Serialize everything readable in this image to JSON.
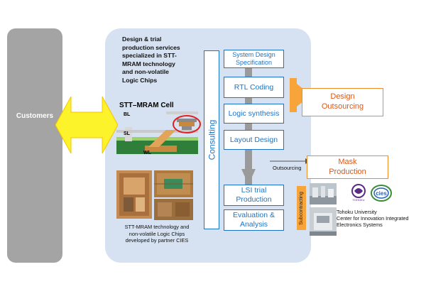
{
  "customers": {
    "label": "Customers"
  },
  "panel": {
    "intro": "Design & trial\nproduction services\nspecialized in STT-\nMRAM technology\nand non-volatile\nLogic Chips",
    "cell_title": "STT–MRAM Cell",
    "cell_labels": {
      "bl": "BL",
      "sl": "SL",
      "wl": "WL"
    },
    "chip_caption": "STT-MRAM technology and\nnon-volatile Logic Chips\ndeveloped by partner CIES"
  },
  "consulting": {
    "label": "Consulting"
  },
  "flow": [
    {
      "label": "System Design\nSpecification"
    },
    {
      "label": "RTL Coding"
    },
    {
      "label": "Logic synthesis"
    },
    {
      "label": "Layout Design"
    },
    {
      "label": "LSI trial\nProduction"
    },
    {
      "label": "Evaluation &\nAnalysis"
    }
  ],
  "outputs": {
    "design_outsourcing": "Design\nOutsourcing",
    "mask_production": "Mask\nProduction",
    "outsourcing_label": "Outsourcing",
    "subcontracting_label": "Subcontracting"
  },
  "partner": {
    "logo_tohoku": "TOHOKU",
    "logo_cies": "cies",
    "caption": "Tohoku University\nCenter for Innovation Integrated\nElectronics Systems"
  },
  "colors": {
    "flow_blue": "#1c74c7",
    "panel_bg": "#d6e2f1",
    "customers_gray": "#a4a4a4",
    "arrow_yellow": "#fdf32a",
    "arrow_orange": "#f7a53b",
    "output_text": "#d9591c"
  }
}
